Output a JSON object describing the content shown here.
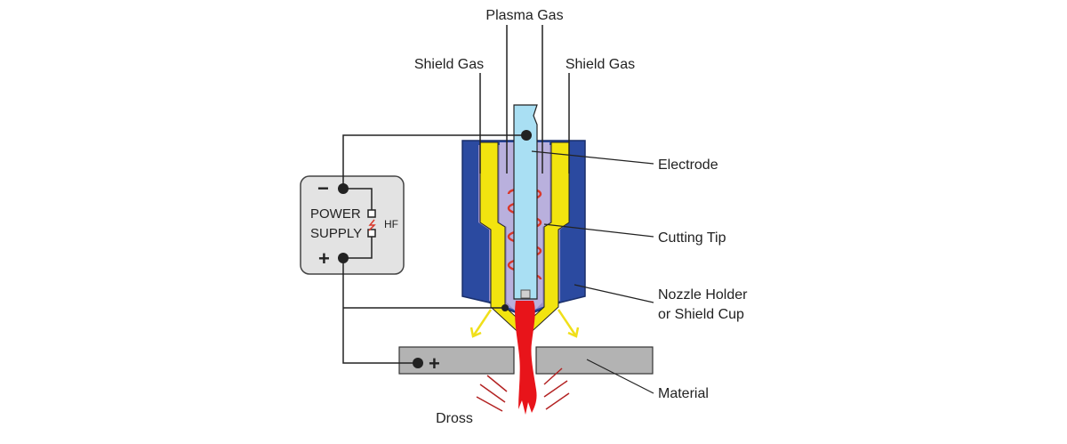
{
  "labels": {
    "plasma_gas": "Plasma Gas",
    "shield_gas_left": "Shield Gas",
    "shield_gas_right": "Shield Gas",
    "electrode": "Electrode",
    "cutting_tip": "Cutting Tip",
    "nozzle_holder_line1": "Nozzle Holder",
    "nozzle_holder_line2": "or Shield Cup",
    "material": "Material",
    "dross": "Dross"
  },
  "power_supply": {
    "line1": "POWER",
    "line2": "SUPPLY",
    "hf": "HF",
    "minus": "−",
    "plus": "+"
  },
  "material_terminal": {
    "plus": "+"
  },
  "colors": {
    "shield_cup": "#2b4aa0",
    "shield_cup_inner": "#9b8fc8",
    "cutting_tip": "#f2e40f",
    "electrode": "#a9dff3",
    "coil": "#d9382b",
    "arc": "#e8141a",
    "material": "#b3b3b3",
    "power_supply_box": "#e3e3e3",
    "gas_arrow": "#f0df1a",
    "wire": "#222222"
  }
}
